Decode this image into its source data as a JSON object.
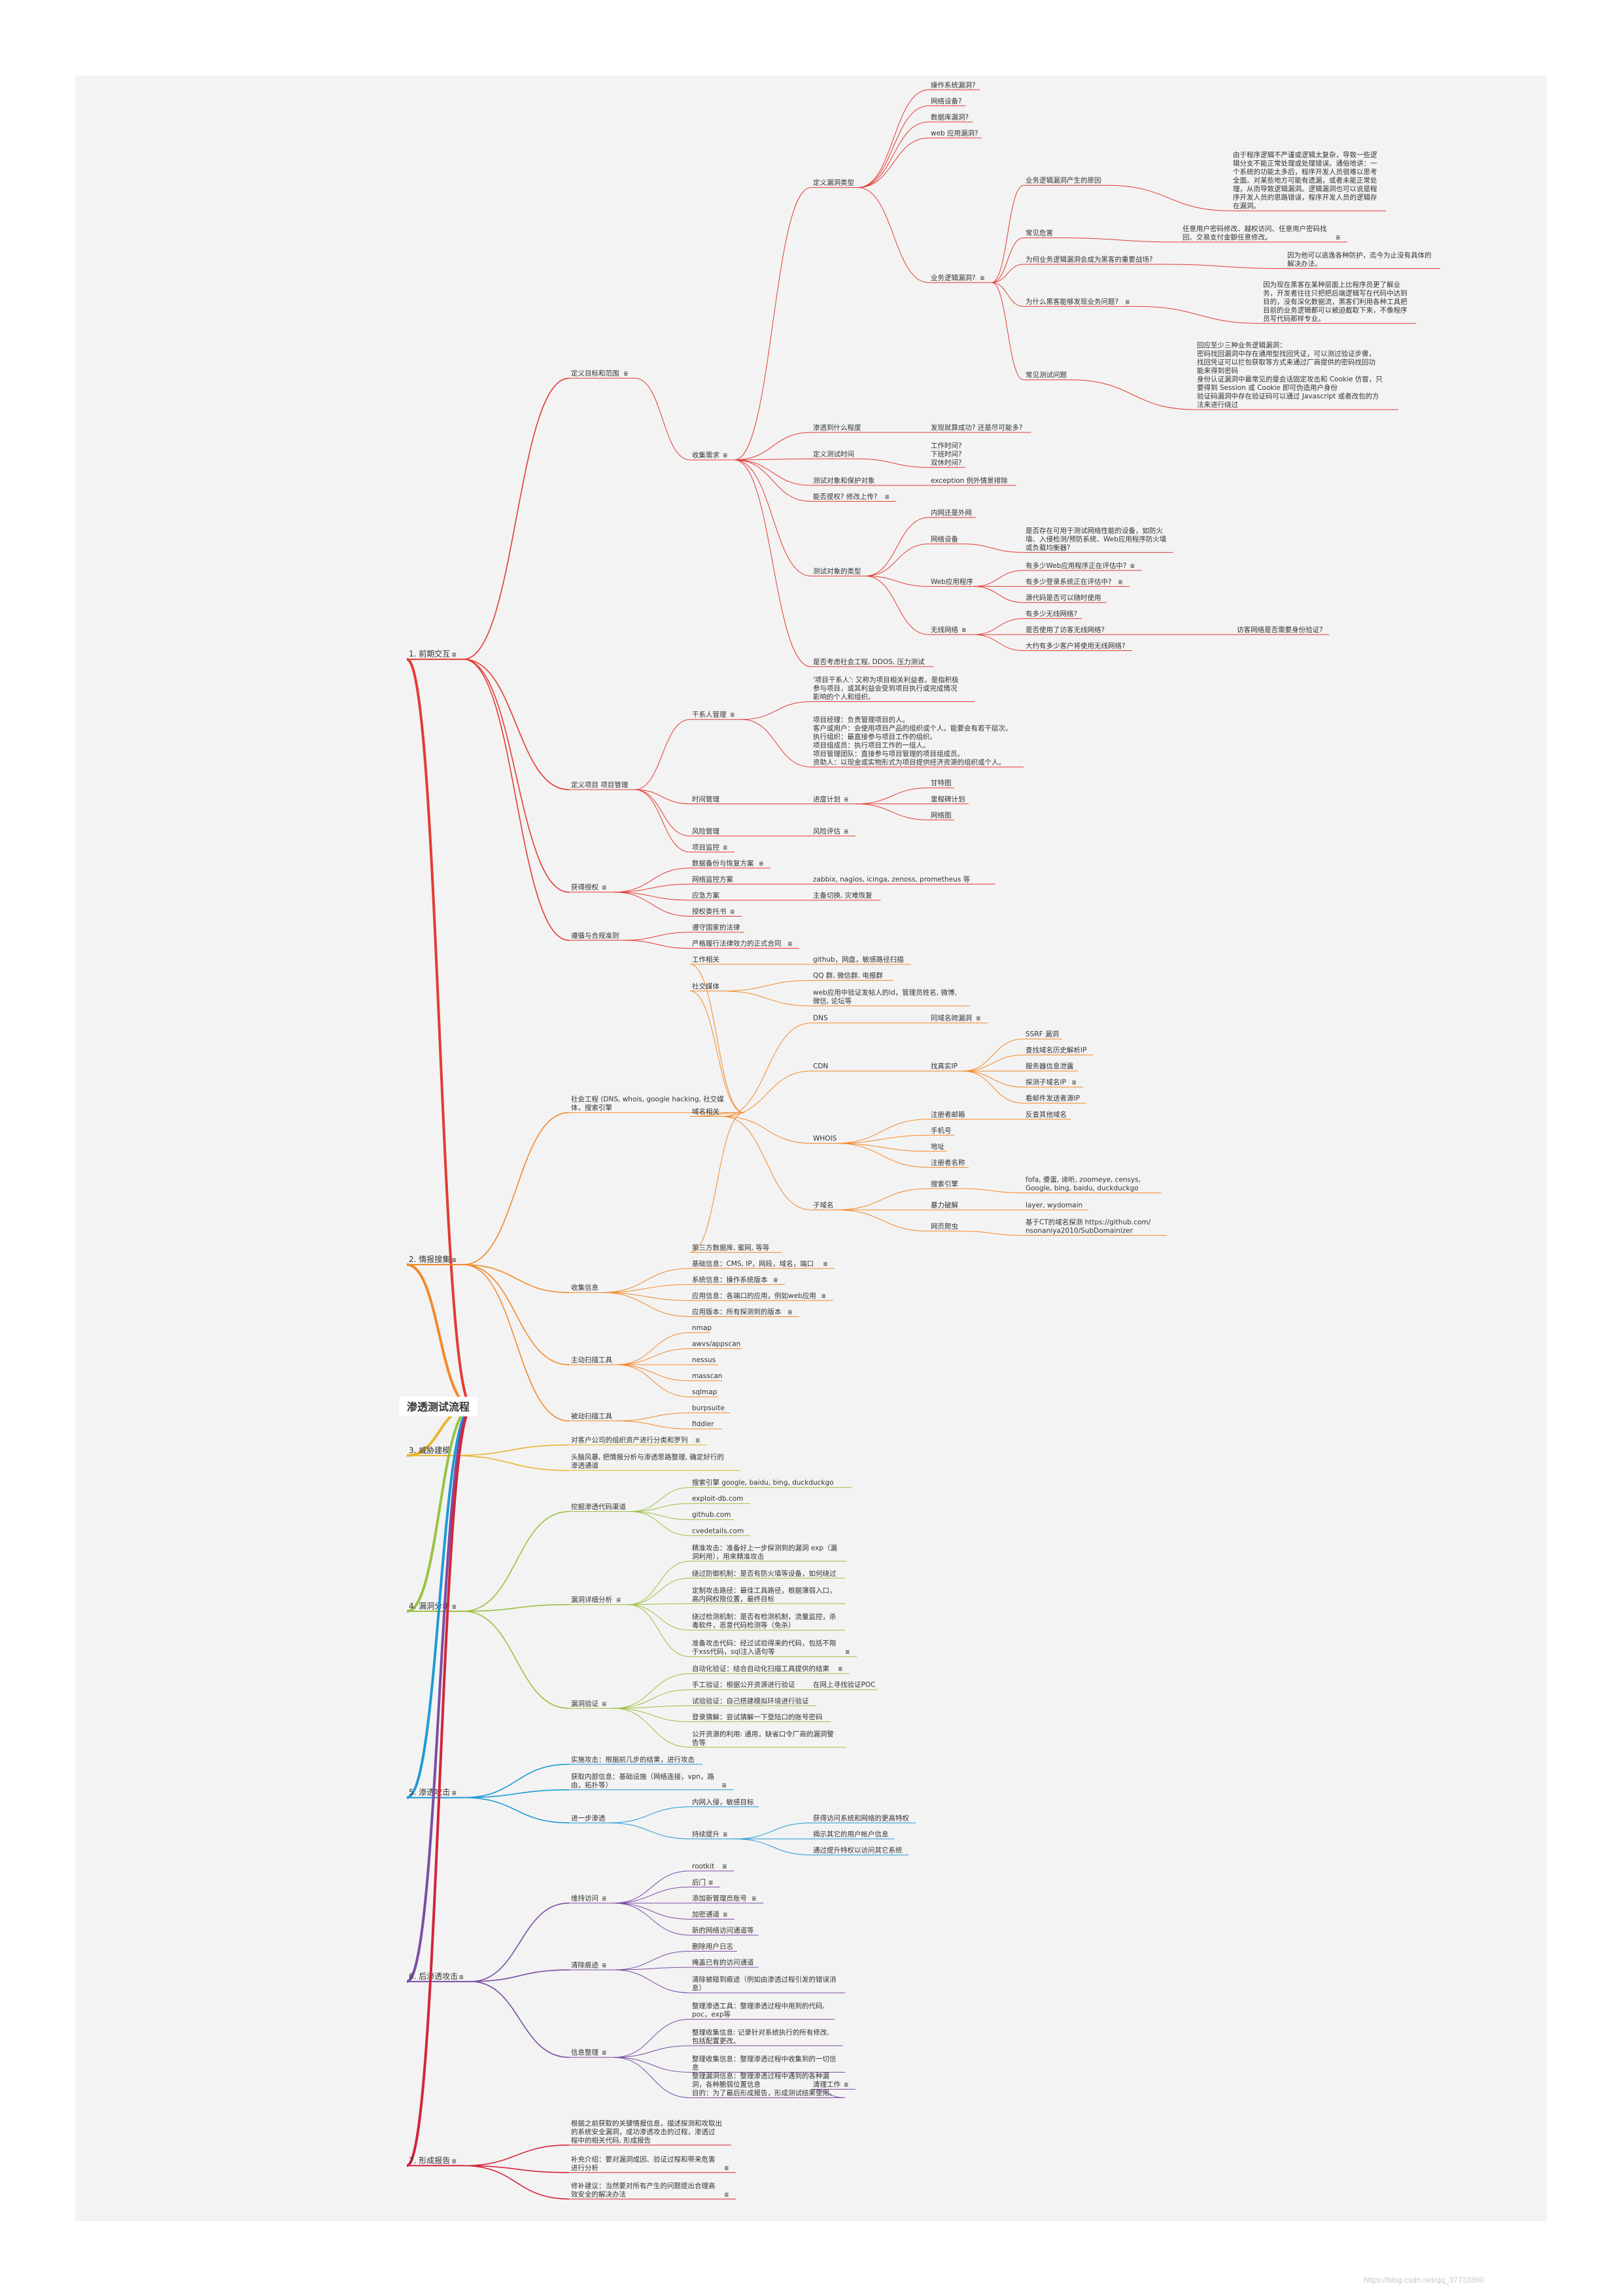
{
  "title": "渗透测试流程",
  "watermark": "https://blog.csdn.net/qq_37733890",
  "colors": {
    "canvas": "#f3f3f3",
    "text": "#333333",
    "red": "#e33b34",
    "orange": "#f2892a",
    "gold": "#e8b52e",
    "green": "#9ac142",
    "blue": "#1e9ad6",
    "purple": "#7a4ea4",
    "crimson": "#d3253a"
  },
  "tree": {
    "t": "渗透测试流程",
    "c": [
      {
        "t": "1. 前期交互",
        "n": 1,
        "c": [
          {
            "t": "定义目标和范围",
            "n": 1,
            "c": [
              {
                "t": "收集需求",
                "n": 1,
                "c": [
                  {
                    "t": "定义漏洞类型",
                    "c": [
                      {
                        "t": "操作系统漏洞?"
                      },
                      {
                        "t": "网络设备?"
                      },
                      {
                        "t": "数据库漏洞?"
                      },
                      {
                        "t": "web 应用漏洞?"
                      },
                      {
                        "t": "业务逻辑漏洞?",
                        "n": 1,
                        "c": [
                          {
                            "t": "业务逻辑漏洞产生的原因",
                            "c": [
                              {
                                "t": [
                                  "由于程序逻辑不严谨或逻辑太复杂，导致一些逻",
                                  "辑分支不能正常处理或处理错误。通俗地讲：一",
                                  "个系统的功能太多后，程序开发人员很难以思考",
                                  "全面。对某些地方可能有遗漏，或者未能正常处",
                                  "理，从而导致逻辑漏洞。逻辑漏洞也可以说是程",
                                  "序开发人员的思路错误，程序开发人员的逻辑存",
                                  "在漏洞。"
                                ]
                              }
                            ]
                          },
                          {
                            "t": "常见危害",
                            "c": [
                              {
                                "t": [
                                  "任意用户密码修改、越权访问、任意用户密码找",
                                  "回、交易支付金额任意修改。"
                                ],
                                "n": 1
                              }
                            ]
                          },
                          {
                            "t": "为何业务逻辑漏洞会成为黑客的重要战场?",
                            "c": [
                              {
                                "t": [
                                  "因为他可以逃逸各种防护，迄今为止没有具体的",
                                  "解决办法。"
                                ]
                              }
                            ]
                          },
                          {
                            "t": "为什么黑客能够发现业务问题?",
                            "n": 1,
                            "c": [
                              {
                                "t": [
                                  "因为现在黑客在某种层面上比程序员更了解业",
                                  "务，开发者往往只把把后端逻辑写在代码中达到",
                                  "目的，没有深化数据流，黑客们利用各种工具把",
                                  "目前的业务逻辑都可以被迫截取下来，不像程序",
                                  "员写代码那样专业。"
                                ]
                              }
                            ]
                          },
                          {
                            "t": "常见测试问题",
                            "c": [
                              {
                                "t": [
                                  "回应至少三种业务逻辑漏洞：",
                                  "密码找回漏洞中存在通用型找回凭证，可以测过验证步骤，",
                                  "找回凭证可以拦包获取等方式来通过厂商提供的密码找回功",
                                  "能来得到密码",
                                  "身份认证漏洞中最常见的是会话固定攻击和 Cookie 仿冒，只",
                                  "要得到 Session 或 Cookie 即可伪造用户身份",
                                  "验证码漏洞中存在验证码可以通过 Javascript 或者改包的方",
                                  "法来进行绕过"
                                ]
                              }
                            ]
                          }
                        ]
                      }
                    ]
                  },
                  {
                    "t": "渗透到什么程度",
                    "c": [
                      {
                        "t": "发现就算成功? 还是尽可能多?"
                      }
                    ]
                  },
                  {
                    "t": "定义测试时间",
                    "c": [
                      {
                        "t": [
                          "工作时间?",
                          "下班时间?",
                          "双休时间?"
                        ]
                      }
                    ]
                  },
                  {
                    "t": "测试对象和保护对象",
                    "c": [
                      {
                        "t": "exception 例外情景排除"
                      }
                    ]
                  },
                  {
                    "t": "能否提权? 修改上传?",
                    "n": 1
                  },
                  {
                    "t": "测试对象的类型",
                    "c": [
                      {
                        "t": "内网还是外网"
                      },
                      {
                        "t": "网络设备",
                        "c": [
                          {
                            "t": [
                              "是否存在可用于测试网络性能的设备，如防火",
                              "墙、入侵检测/预防系统、Web应用程序防火墙",
                              "或负载均衡器?"
                            ]
                          }
                        ]
                      },
                      {
                        "t": "Web应用程序",
                        "c": [
                          {
                            "t": "有多少Web应用程序正在评估中?",
                            "n": 1
                          },
                          {
                            "t": "有多少登录系统正在评估中?",
                            "n": 1
                          },
                          {
                            "t": "源代码是否可以随时使用"
                          }
                        ]
                      },
                      {
                        "t": "无线网络",
                        "n": 1,
                        "c": [
                          {
                            "t": "有多少无线网络?"
                          },
                          {
                            "t": "是否使用了访客无线网络?",
                            "c": [
                              {
                                "t": "访客网络是否需要身份验证?"
                              }
                            ]
                          },
                          {
                            "t": "大约有多少客户将使用无线网络?"
                          }
                        ]
                      }
                    ]
                  },
                  {
                    "t": "是否考虑社会工程, DDOS, 压力测试"
                  }
                ]
              }
            ]
          },
          {
            "t": "定义项目 项目管理",
            "c": [
              {
                "t": "干系人管理",
                "n": 1,
                "c": [
                  {
                    "t": [
                      "'项目干系人': 又称为项目相关利益者。是指积极",
                      "参与项目，或其利益会受到项目执行或完成情况",
                      "影响的个人和组织。"
                    ]
                  },
                  {
                    "t": [
                      "项目经理：负责管理项目的人。",
                      "客户或用户：会使用项目产品的组织或个人。能要会有若干层次。",
                      "执行组织：最直接参与项目工作的组织。",
                      "项目组成员：执行项目工作的一组人。",
                      "项目管理团队：直接参与项目管理的项目组成员。",
                      "资助人：以现金或实物形式为项目提供经济资源的组织或个人。"
                    ]
                  }
                ]
              },
              {
                "t": "时间管理",
                "c": [
                  {
                    "t": "进度计划",
                    "n": 1,
                    "c": [
                      {
                        "t": "甘特图"
                      },
                      {
                        "t": "里程碑计划"
                      },
                      {
                        "t": "网络图"
                      }
                    ]
                  }
                ]
              },
              {
                "t": "风险管理",
                "c": [
                  {
                    "t": "风险评估",
                    "n": 1
                  }
                ]
              },
              {
                "t": "项目监控",
                "n": 1
              }
            ]
          },
          {
            "t": "获得授权",
            "n": 1,
            "c": [
              {
                "t": "数据备份与恢复方案",
                "n": 1
              },
              {
                "t": "网络监控方案",
                "c": [
                  {
                    "t": "zabbix, nagios, icinga, zenoss, prometheus 等"
                  }
                ]
              },
              {
                "t": "应急方案",
                "c": [
                  {
                    "t": "主备切换, 灾难恢复"
                  }
                ]
              },
              {
                "t": "授权委托书",
                "n": 1
              }
            ]
          },
          {
            "t": "遵循与合规准则",
            "c": [
              {
                "t": "遵守国家的法律"
              },
              {
                "t": "严格履行法律效力的正式合同",
                "n": 1
              }
            ]
          }
        ]
      },
      {
        "t": "2. 情报搜集",
        "n": 1,
        "c": [
          {
            "t": [
              "社会工程 (DNS, whois, google hacking, 社交媒",
              "体，搜索引擎"
            ],
            "c": [
              {
                "t": "工作相关",
                "c": [
                  {
                    "t": "github，网盘，敏感路径扫描"
                  }
                ]
              },
              {
                "t": "社交媒体",
                "c": [
                  {
                    "t": "QQ 群, 微信群, 电报群"
                  },
                  {
                    "t": [
                      "web应用中验证发帖人的id，管理员姓名, 微博,",
                      "微信, 论坛等"
                    ]
                  }
                ]
              },
              {
                "t": "域名相关",
                "c": [
                  {
                    "t": "DNS",
                    "c": [
                      {
                        "t": "同域名跨漏洞",
                        "n": 1
                      }
                    ]
                  },
                  {
                    "t": "CDN",
                    "c": [
                      {
                        "t": "找真实IP",
                        "c": [
                          {
                            "t": "SSRF 漏洞"
                          },
                          {
                            "t": "查找域名历史解析IP"
                          },
                          {
                            "t": "服务器信息泄露"
                          },
                          {
                            "t": "探测子域名IP",
                            "n": 1
                          },
                          {
                            "t": "看邮件发送者源IP"
                          }
                        ]
                      }
                    ]
                  },
                  {
                    "t": "WHOIS",
                    "c": [
                      {
                        "t": "注册者邮箱",
                        "c": [
                          {
                            "t": "反查其他域名"
                          }
                        ]
                      },
                      {
                        "t": "手机号"
                      },
                      {
                        "t": "地址"
                      },
                      {
                        "t": "注册者名称"
                      }
                    ]
                  },
                  {
                    "t": "子域名",
                    "c": [
                      {
                        "t": "搜索引擎",
                        "c": [
                          {
                            "t": [
                              "fofa, 傻蛋, 谛听, zoomeye, censys,",
                              "Google, bing, baidu, duckduckgo"
                            ]
                          }
                        ]
                      },
                      {
                        "t": "暴力破解",
                        "c": [
                          {
                            "t": "layer, wydomain"
                          }
                        ]
                      },
                      {
                        "t": "网页爬虫",
                        "c": [
                          {
                            "t": [
                              "基于CT的域名探测 https://github.com/",
                              "nsonaniya2010/SubDomainizer"
                            ]
                          }
                        ]
                      }
                    ]
                  }
                ]
              },
              {
                "t": "第三方数据库, 蜜网, 等等"
              }
            ]
          },
          {
            "t": "收集信息",
            "c": [
              {
                "t": "基础信息：CMS, IP，网段，域名，端口",
                "n": 1
              },
              {
                "t": "系统信息：操作系统版本",
                "n": 1
              },
              {
                "t": "应用信息：各端口的应用，例如web应用",
                "n": 1
              },
              {
                "t": "应用版本：所有探测到的版本",
                "n": 1
              }
            ]
          },
          {
            "t": "主动扫描工具",
            "c": [
              {
                "t": "nmap"
              },
              {
                "t": "awvs/appscan"
              },
              {
                "t": "nessus"
              },
              {
                "t": "masscan"
              },
              {
                "t": "sqlmap"
              }
            ]
          },
          {
            "t": "被动扫描工具",
            "c": [
              {
                "t": "burpsuite"
              },
              {
                "t": "fiddler"
              }
            ]
          }
        ]
      },
      {
        "t": "3. 威胁建模",
        "c": [
          {
            "t": "对客户公司的组织资产进行分类和罗列",
            "n": 1
          },
          {
            "t": [
              "头脑风暴, 把情报分析与渗透思路整理, 确定好行的",
              "渗透通道"
            ]
          }
        ]
      },
      {
        "t": "4. 漏洞分析",
        "n": 1,
        "c": [
          {
            "t": "挖掘渗透代码渠道",
            "c": [
              {
                "t": "搜索引擎 google, baidu, bing, duckduckgo"
              },
              {
                "t": "exploit-db.com"
              },
              {
                "t": "github.com"
              },
              {
                "t": "cvedetails.com"
              }
            ]
          },
          {
            "t": "漏洞详细分析",
            "n": 1,
            "c": [
              {
                "t": [
                  "精准攻击：准备好上一步探测到的漏洞 exp（漏",
                  "洞利用），用来精准攻击"
                ]
              },
              {
                "t": "绕过防御机制：是否有防火墙等设备，如何绕过"
              },
              {
                "t": [
                  "定制攻击路径：最佳工具路径，根据薄弱入口，",
                  "高内网权限位置，最终目标"
                ]
              },
              {
                "t": [
                  "绕过检测机制：是否有检测机制，流量监控，杀",
                  "毒软件，恶意代码检测等（免杀）"
                ]
              },
              {
                "t": [
                  "准备攻击代码：经过试验得来的代码，包括不限",
                  "于xss代码，sql注入语句等"
                ],
                "n": 1
              }
            ]
          },
          {
            "t": "漏洞验证",
            "n": 1,
            "c": [
              {
                "t": "自动化验证：结合自动化扫描工具提供的结果",
                "n": 1
              },
              {
                "t": "手工验证：根据公开资源进行验证",
                "c": [
                  {
                    "t": "在网上寻找验证POC"
                  }
                ]
              },
              {
                "t": "试验验证：自己搭建模拟环境进行验证"
              },
              {
                "t": "登录猜解：尝试猜解一下登陆口的账号密码"
              },
              {
                "t": [
                  "公开资源的利用: 通用，缺省口令厂商的漏洞警",
                  "告等"
                ]
              }
            ]
          }
        ]
      },
      {
        "t": "5. 渗透攻击",
        "n": 1,
        "c": [
          {
            "t": "实施攻击：根据前几步的结果，进行攻击"
          },
          {
            "t": [
              "获取内部信息：基础设施（网络连接，vpn，路",
              "由，拓扑等）"
            ],
            "n": 1
          },
          {
            "t": "进一步渗透",
            "c": [
              {
                "t": "内网入侵，敏感目标"
              },
              {
                "t": "持续提升",
                "n": 1,
                "c": [
                  {
                    "t": "获得访问系统和网络的更高特权"
                  },
                  {
                    "t": "揭示其它的用户帐户信息"
                  },
                  {
                    "t": "通过提升特权以访问其它系统"
                  }
                ]
              }
            ]
          }
        ]
      },
      {
        "t": "6. 后渗透攻击",
        "n": 1,
        "c": [
          {
            "t": "维持访问",
            "n": 1,
            "c": [
              {
                "t": "rootkit",
                "n": 1
              },
              {
                "t": "后门",
                "n": 1
              },
              {
                "t": "添加新管理员账号",
                "n": 1
              },
              {
                "t": "加密通道",
                "n": 1
              },
              {
                "t": "新的网络访问通道等"
              }
            ]
          },
          {
            "t": "清除痕迹",
            "n": 1,
            "c": [
              {
                "t": "删除用户日志"
              },
              {
                "t": "掩盖已有的访问通道"
              },
              {
                "t": [
                  "清除被碰到痕迹（例如由渗透过程引发的错误消",
                  "息）"
                ]
              }
            ]
          },
          {
            "t": "信息整理",
            "n": 1,
            "c": [
              {
                "t": [
                  "整理渗透工具：整理渗透过程中用到的代码,",
                  "poc，exp等"
                ]
              },
              {
                "t": [
                  "整理收集信息: 记录针对系统执行的所有修改,",
                  "包括配置更改。"
                ]
              },
              {
                "t": [
                  "整理收集信息：整理渗透过程中收集到的一切信",
                  "息"
                ]
              },
              {
                "t": [
                  "整理漏洞信息：整理渗透过程中遇到的各种漏",
                  "洞，各种脆弱位置信息",
                  "目的：为了最后形成报告，形成测试结果使用。"
                ],
                "c": [
                  {
                    "t": "清理工作",
                    "n": 1
                  }
                ]
              }
            ]
          }
        ]
      },
      {
        "t": "7. 形成报告",
        "n": 1,
        "c": [
          {
            "t": [
              "根据之前获取的关键情报信息，描述探测和攻取出",
              "的系统安全漏洞，成功渗透攻击的过程，渗透过",
              "程中的相关代码, 形成报告"
            ]
          },
          {
            "t": [
              "补充介绍：要对漏洞成因、验证过程和带来危害",
              "进行分析"
            ],
            "n": 1
          },
          {
            "t": [
              "修补建议：当然要对所有产生的问题提出合理高",
              "效安全的解决办法"
            ],
            "n": 1
          }
        ]
      }
    ]
  }
}
